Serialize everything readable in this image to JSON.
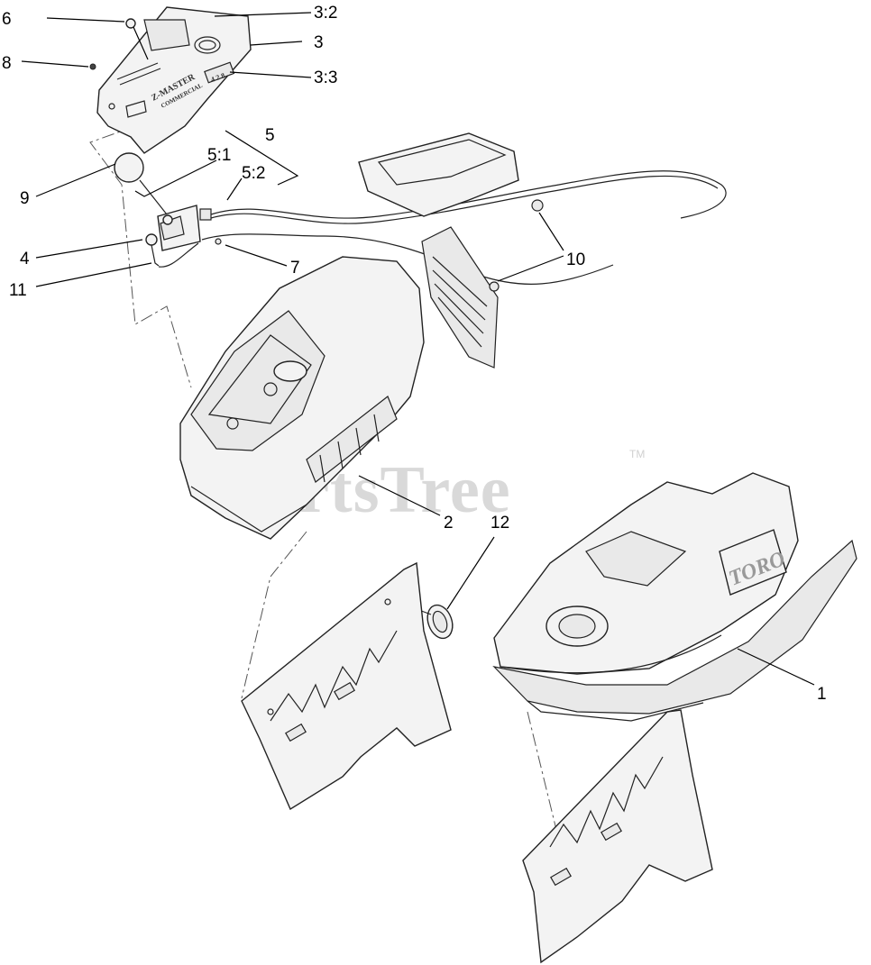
{
  "watermark": {
    "brand": "PartsTree",
    "trademark": "TM"
  },
  "parts": {
    "console": {
      "brand": "TORO"
    },
    "control_panel": {
      "decal": "Z-MASTER",
      "decal_sub": "COMMERCIAL",
      "rating": "4 2 8"
    }
  },
  "callouts": [
    {
      "id": "c-6",
      "label": "6"
    },
    {
      "id": "c-3-2",
      "label": "3:2"
    },
    {
      "id": "c-3",
      "label": "3"
    },
    {
      "id": "c-8",
      "label": "8"
    },
    {
      "id": "c-3-3",
      "label": "3:3"
    },
    {
      "id": "c-5",
      "label": "5"
    },
    {
      "id": "c-5-1",
      "label": "5:1"
    },
    {
      "id": "c-5-2",
      "label": "5:2"
    },
    {
      "id": "c-9",
      "label": "9"
    },
    {
      "id": "c-10",
      "label": "10"
    },
    {
      "id": "c-4",
      "label": "4"
    },
    {
      "id": "c-7",
      "label": "7"
    },
    {
      "id": "c-11",
      "label": "11"
    },
    {
      "id": "c-2",
      "label": "2"
    },
    {
      "id": "c-12",
      "label": "12"
    },
    {
      "id": "c-1",
      "label": "1"
    }
  ]
}
